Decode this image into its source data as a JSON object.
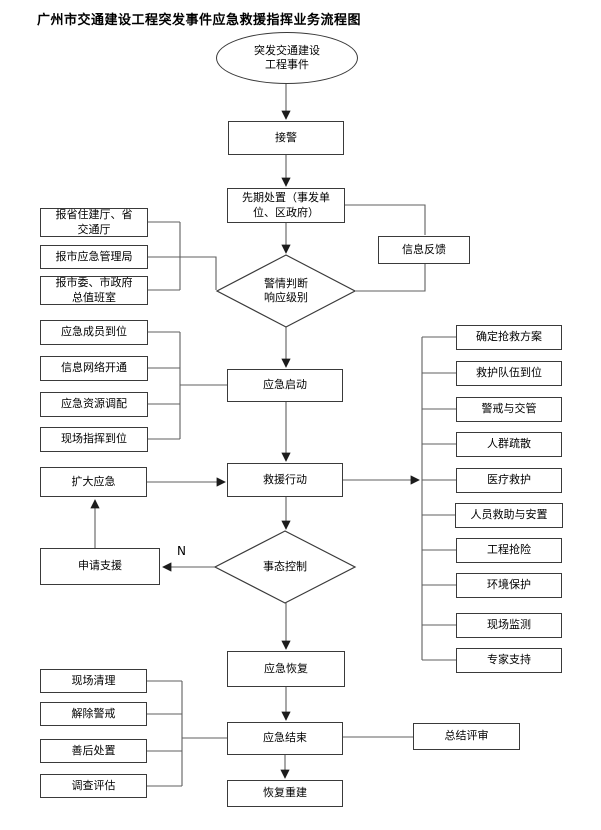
{
  "title": "广州市交通建设工程突发事件应急救援指挥业务流程图",
  "flow": {
    "start": "突发交通建设\n工程事件",
    "receive_alarm": "接警",
    "initial_disposal": "先期处置（事发单\n位、区政府）",
    "info_feedback": "信息反馈",
    "alarm_judgment": "警情判断\n响应级别",
    "emergency_startup": "应急启动",
    "rescue_action": "救援行动",
    "expand_emergency": "扩大应急",
    "request_support": "申请支援",
    "situation_control": "事态控制",
    "emergency_recovery": "应急恢复",
    "emergency_end": "应急结束",
    "summary_review": "总结评审",
    "rebuild": "恢复重建",
    "no_label": "N"
  },
  "report_boxes": [
    "报省住建厅、省\n交通厅",
    "报市应急管理局",
    "报市委、市政府\n总值班室"
  ],
  "startup_boxes": [
    "应急成员到位",
    "信息网络开通",
    "应急资源调配",
    "现场指挥到位"
  ],
  "action_boxes": [
    "确定抢救方案",
    "救护队伍到位",
    "警戒与交管",
    "人群疏散",
    "医疗救护",
    "人员救助与安置",
    "工程抢险",
    "环境保护",
    "现场监测",
    "专家支持"
  ],
  "closing_boxes": [
    "现场清理",
    "解除警戒",
    "善后处置",
    "调查评估"
  ],
  "colors": {
    "line": "#5f5f5f",
    "node_border": "#3a3a3a",
    "arrowhead": "#1c1c1c",
    "text": "#000000",
    "background": "#ffffff"
  }
}
